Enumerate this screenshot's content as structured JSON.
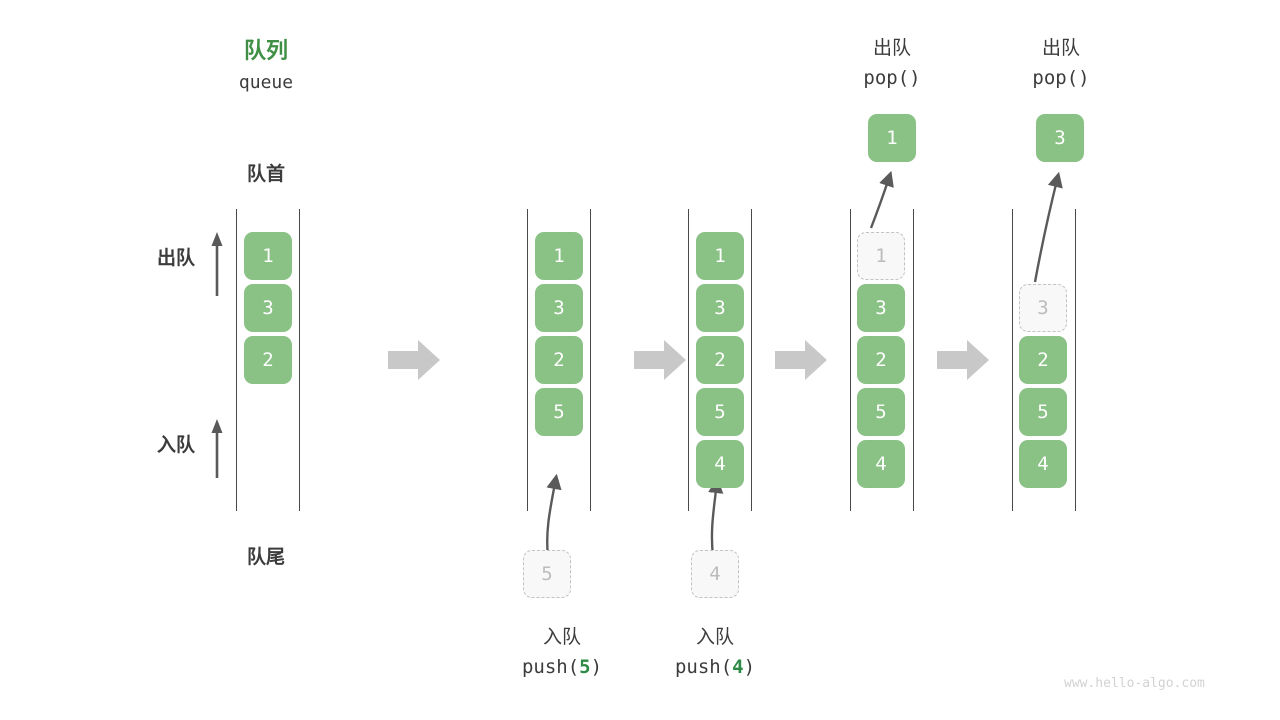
{
  "diagram": {
    "title_cn": "队列",
    "title_code": "queue",
    "front_label": "队首",
    "rear_label": "队尾",
    "dequeue_label": "出队",
    "enqueue_label": "入队",
    "watermark": "www.hello-algo.com",
    "colors": {
      "accent_green": "#8ac185",
      "title_green": "#3f8f45",
      "text_dark": "#3c3c3c",
      "rail_gray": "#4a4a4a",
      "ghost_fill": "#f8f8f8",
      "ghost_border": "#c2c2c2",
      "ghost_text": "#bcbcbc",
      "step_arrow_gray": "#c8c8c8",
      "curve_arrow_gray": "#5a5a5a",
      "watermark_gray": "#d2d2d2"
    }
  },
  "steps": [
    {
      "id": "initial",
      "caption_cn": "",
      "caption_code": "",
      "cells": [
        "1",
        "3",
        "2"
      ],
      "ghost_index": -1,
      "incoming": null,
      "popped": null
    },
    {
      "id": "push-5",
      "caption_cn": "入队",
      "caption_code_prefix": "push(",
      "caption_code_value": "5",
      "caption_code_suffix": ")",
      "cells": [
        "1",
        "3",
        "2",
        "5"
      ],
      "ghost_index": -1,
      "incoming": "5",
      "popped": null
    },
    {
      "id": "push-4",
      "caption_cn": "入队",
      "caption_code_prefix": "push(",
      "caption_code_value": "4",
      "caption_code_suffix": ")",
      "cells": [
        "1",
        "3",
        "2",
        "5",
        "4"
      ],
      "ghost_index": -1,
      "incoming": "4",
      "popped": null
    },
    {
      "id": "pop-1",
      "caption_cn": "出队",
      "caption_code": "pop()",
      "cells": [
        "1",
        "3",
        "2",
        "5",
        "4"
      ],
      "ghost_index": 0,
      "incoming": null,
      "popped": "1"
    },
    {
      "id": "pop-3",
      "caption_cn": "出队",
      "caption_code": "pop()",
      "cells": [
        "3",
        "2",
        "5",
        "4"
      ],
      "ghost_index": 0,
      "incoming": null,
      "popped": "3"
    }
  ]
}
